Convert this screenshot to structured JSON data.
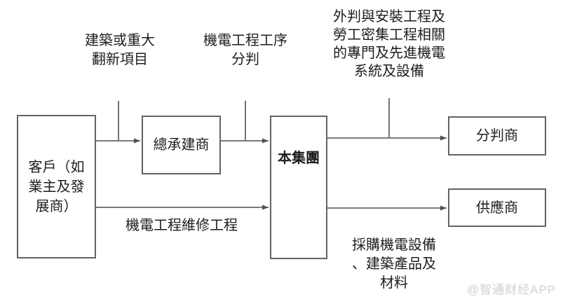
{
  "colors": {
    "line": "#4f4f4f",
    "box_border": "#636363",
    "text": "#1d1d1d",
    "watermark": "#d7d7d7"
  },
  "boxes": {
    "customer": {
      "lines": [
        "客戶（如",
        "業主及發",
        "展商）"
      ]
    },
    "main_contractor": {
      "label": "總承建商"
    },
    "group": {
      "label": "本集團"
    },
    "subcontractor": {
      "label": "分判商"
    },
    "supplier": {
      "label": "供應商"
    }
  },
  "annotations": {
    "construction": {
      "lines": [
        "建築或重大",
        "翻新項目"
      ]
    },
    "process_subcontract": {
      "lines": [
        "機電工程工序",
        "分判"
      ]
    },
    "outsourcing": {
      "lines": [
        "外判與安裝工程及",
        "勞工密集工程相關",
        "的專門及先進機電",
        "系統及設備"
      ]
    },
    "maintenance": {
      "lines": [
        "機電工程維修工程"
      ]
    },
    "procurement": {
      "lines": [
        "採購機電設備",
        "、建築產品及",
        "材料"
      ]
    }
  },
  "watermark": {
    "label": "@智通财经APP"
  }
}
